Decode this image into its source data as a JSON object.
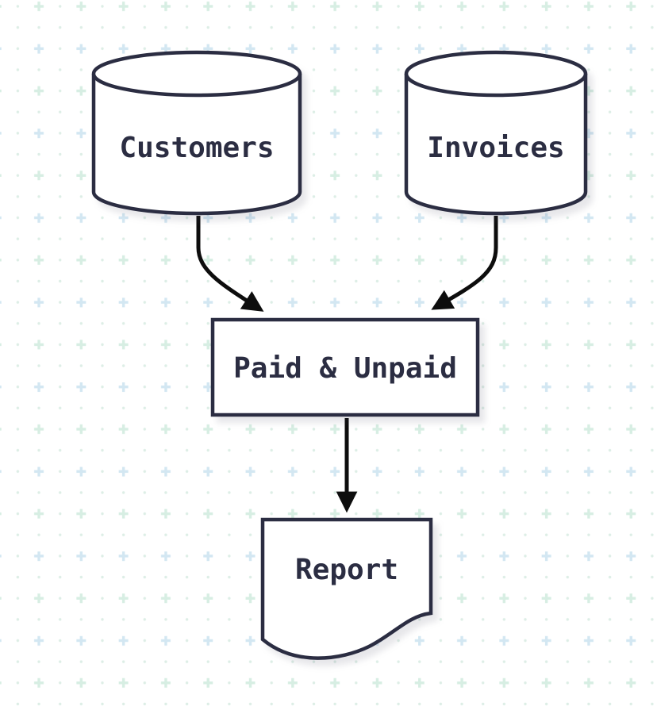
{
  "diagram": {
    "type": "flowchart",
    "colors": {
      "background": "#ffffff",
      "shape_fill": "#ffffff",
      "shape_stroke": "#2b2d42",
      "label_text": "#2b2d42",
      "arrow": "#0d0d0d",
      "grid_plus_blue": "#d3e7f2",
      "grid_plus_mint": "#d7eee3",
      "grid_dot": "#ddeee6"
    },
    "nodes": [
      {
        "id": "customers",
        "type": "cylinder-database",
        "label": "Customers"
      },
      {
        "id": "invoices",
        "type": "cylinder-database",
        "label": "Invoices"
      },
      {
        "id": "paid-unpaid",
        "type": "rectangle-process",
        "label": "Paid & Unpaid"
      },
      {
        "id": "report",
        "type": "document",
        "label": "Report"
      }
    ],
    "edges": [
      {
        "from": "customers",
        "to": "paid-unpaid"
      },
      {
        "from": "invoices",
        "to": "paid-unpaid"
      },
      {
        "from": "paid-unpaid",
        "to": "report"
      }
    ]
  }
}
